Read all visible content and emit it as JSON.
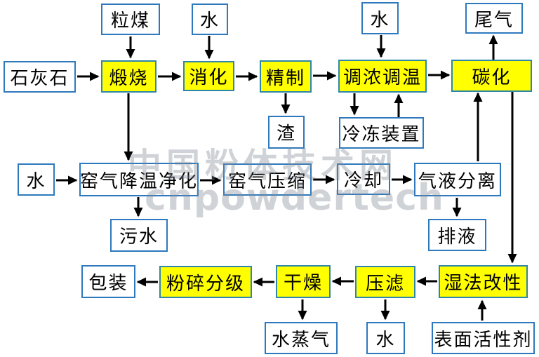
{
  "watermark": {
    "line1": "中国粉体技术网",
    "line2": "cnpowdertech"
  },
  "colors": {
    "process_fill": "#FFFF00",
    "process_border": "#2E86A8",
    "io_fill": "#FFFFFF",
    "io_border": "#2E79BD",
    "arrow": "#000000",
    "text": "#000000",
    "watermark": "#828A94"
  },
  "nodes": {
    "limei": {
      "label": "粒煤",
      "kind": "io"
    },
    "shui_top_1": {
      "label": "水",
      "kind": "io"
    },
    "shui_top_2": {
      "label": "水",
      "kind": "io"
    },
    "weiqi": {
      "label": "尾气",
      "kind": "io"
    },
    "shihuishi": {
      "label": "石灰石",
      "kind": "io"
    },
    "duanshao": {
      "label": "煅烧",
      "kind": "process"
    },
    "xiaohua": {
      "label": "消化",
      "kind": "process"
    },
    "jingzhi": {
      "label": "精制",
      "kind": "process"
    },
    "tiaonong_tiaowen": {
      "label": "调浓调温",
      "kind": "process"
    },
    "tanhua": {
      "label": "碳化",
      "kind": "process"
    },
    "zha": {
      "label": "渣",
      "kind": "io"
    },
    "lengdong_zhuangzhi": {
      "label": "冷冻装置",
      "kind": "io"
    },
    "shui_mid": {
      "label": "水",
      "kind": "io"
    },
    "yaoqi_jiangwen_jinghua": {
      "label": "窑气降温净化",
      "kind": "io"
    },
    "yaoqi_yasuo": {
      "label": "窑气压缩",
      "kind": "io"
    },
    "lengque": {
      "label": "冷却",
      "kind": "io"
    },
    "qiye_fenli": {
      "label": "气液分离",
      "kind": "io"
    },
    "wushui": {
      "label": "污水",
      "kind": "io"
    },
    "paiye": {
      "label": "排液",
      "kind": "io"
    },
    "baozhuang": {
      "label": "包装",
      "kind": "io"
    },
    "fensui_fenji": {
      "label": "粉碎分级",
      "kind": "process"
    },
    "ganzao": {
      "label": "干燥",
      "kind": "process"
    },
    "yalu": {
      "label": "压滤",
      "kind": "process"
    },
    "shifa_gaixing": {
      "label": "湿法改性",
      "kind": "process"
    },
    "shui_zhengqi": {
      "label": "水蒸气",
      "kind": "io"
    },
    "shui_bottom": {
      "label": "水",
      "kind": "io"
    },
    "biaomian_huoxingji": {
      "label": "表面活性剂",
      "kind": "io"
    }
  },
  "edges": [
    {
      "from": "limei",
      "to": "duanshao"
    },
    {
      "from": "shui_top_1",
      "to": "xiaohua"
    },
    {
      "from": "shui_top_2",
      "to": "tiaonong_tiaowen"
    },
    {
      "from": "tanhua",
      "to": "weiqi"
    },
    {
      "from": "shihuishi",
      "to": "duanshao"
    },
    {
      "from": "duanshao",
      "to": "xiaohua"
    },
    {
      "from": "xiaohua",
      "to": "jingzhi"
    },
    {
      "from": "jingzhi",
      "to": "tiaonong_tiaowen"
    },
    {
      "from": "tiaonong_tiaowen",
      "to": "tanhua"
    },
    {
      "from": "jingzhi",
      "to": "zha"
    },
    {
      "from": "tiaonong_tiaowen",
      "to": "lengdong_zhuangzhi"
    },
    {
      "from": "lengdong_zhuangzhi",
      "to": "tiaonong_tiaowen"
    },
    {
      "from": "duanshao",
      "to": "yaoqi_jiangwen_jinghua"
    },
    {
      "from": "shui_mid",
      "to": "yaoqi_jiangwen_jinghua"
    },
    {
      "from": "yaoqi_jiangwen_jinghua",
      "to": "yaoqi_yasuo"
    },
    {
      "from": "yaoqi_yasuo",
      "to": "lengque"
    },
    {
      "from": "lengque",
      "to": "qiye_fenli"
    },
    {
      "from": "qiye_fenli",
      "to": "tanhua"
    },
    {
      "from": "qiye_fenli",
      "to": "paiye"
    },
    {
      "from": "yaoqi_jiangwen_jinghua",
      "to": "wushui"
    },
    {
      "from": "tanhua",
      "to": "shifa_gaixing"
    },
    {
      "from": "biaomian_huoxingji",
      "to": "shifa_gaixing"
    },
    {
      "from": "shifa_gaixing",
      "to": "yalu"
    },
    {
      "from": "yalu",
      "to": "ganzao"
    },
    {
      "from": "ganzao",
      "to": "fensui_fenji"
    },
    {
      "from": "fensui_fenji",
      "to": "baozhuang"
    },
    {
      "from": "ganzao",
      "to": "shui_zhengqi"
    },
    {
      "from": "yalu",
      "to": "shui_bottom"
    }
  ]
}
